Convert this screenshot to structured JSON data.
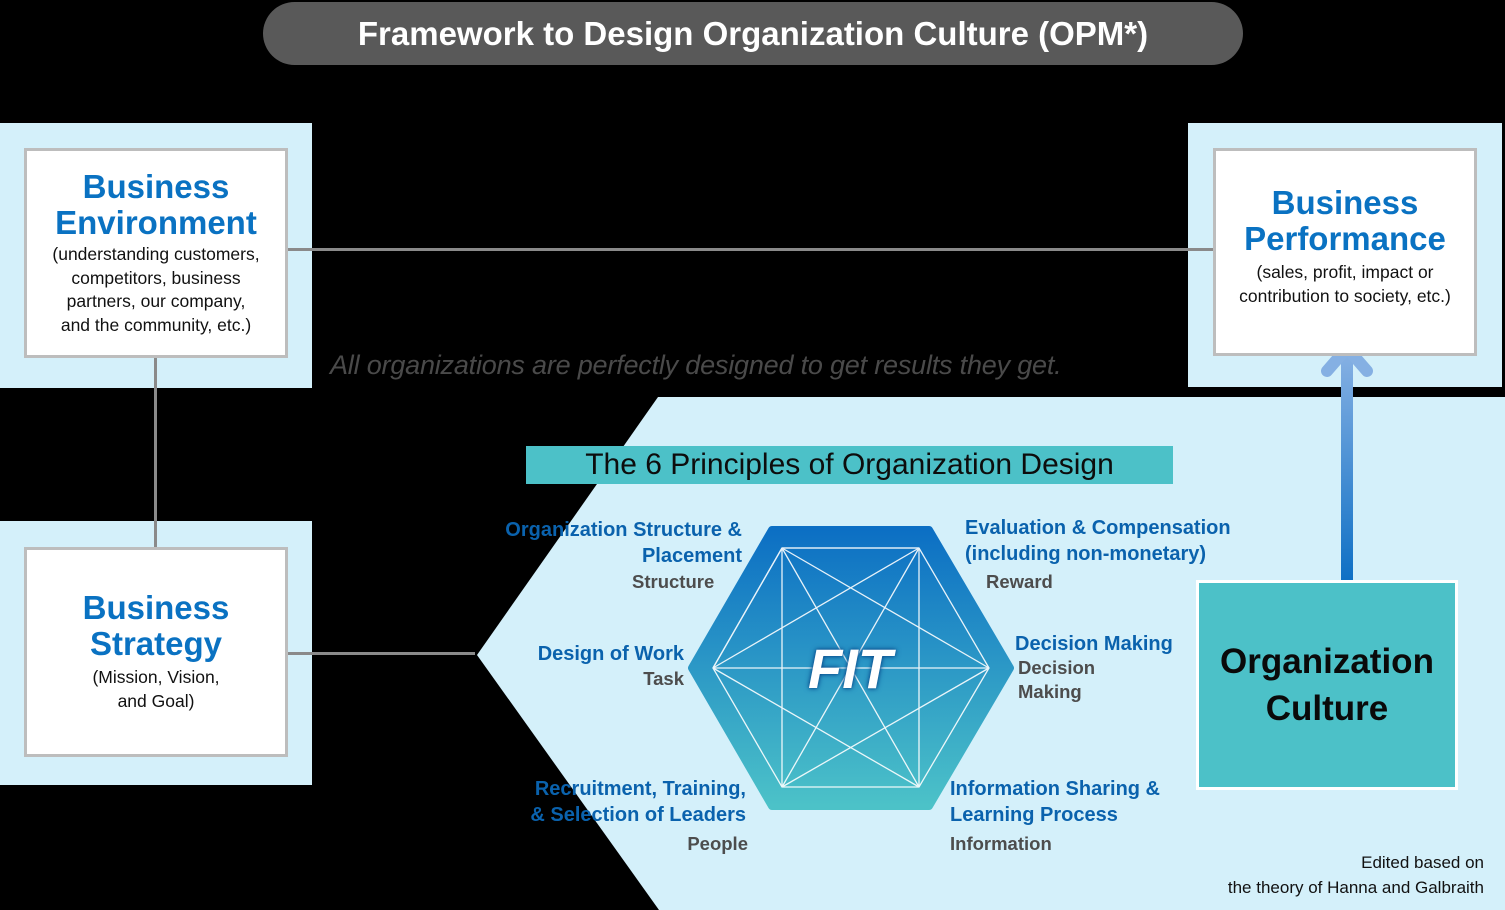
{
  "title": "Framework to Design Organization Culture (OPM*)",
  "boxes": {
    "environment": {
      "heading_1": "Business",
      "heading_2": "Environment",
      "details": [
        "(understanding customers,",
        "competitors, business",
        "partners, our company,",
        "and the community, etc.)"
      ]
    },
    "strategy": {
      "heading_1": "Business",
      "heading_2": "Strategy",
      "details": [
        "(Mission, Vision,",
        "and Goal)"
      ]
    },
    "performance": {
      "heading_1": "Business",
      "heading_2": "Performance",
      "details": [
        "(sales, profit, impact or",
        "contribution to society, etc.)"
      ]
    }
  },
  "motto": "All organizations are perfectly designed to get results they get.",
  "principles_banner": "The 6 Principles of Organization Design",
  "hexagon": {
    "center_label": "FIT"
  },
  "principles": [
    {
      "lines": [
        "Organization Structure &",
        "Placement"
      ],
      "keyword": "Structure"
    },
    {
      "lines": [
        "Evaluation & Compensation",
        "(including non-monetary)"
      ],
      "keyword": "Reward"
    },
    {
      "lines": [
        "Design of Work"
      ],
      "keyword": "Task"
    },
    {
      "lines": [
        "Decision Making"
      ],
      "keyword_lines": [
        "Decision",
        "Making"
      ]
    },
    {
      "lines": [
        "Recruitment, Training,",
        "& Selection of Leaders"
      ],
      "keyword": "People"
    },
    {
      "lines": [
        "Information Sharing &",
        "Learning Process"
      ],
      "keyword": "Information"
    }
  ],
  "culture": {
    "line_1": "Organization",
    "line_2": "Culture"
  },
  "credit": [
    "Edited based on",
    "the theory of Hanna and Galbraith"
  ],
  "colors": {
    "title_bg": "#595959",
    "panel_bg": "#d4f0fa",
    "heading_blue": "#0a72c2",
    "principle_blue": "#0a62ad",
    "teal": "#4cc1c8",
    "hex_top": "#0c6fc4",
    "hex_bottom": "#4cc2c8",
    "connector_gray": "#8a8a8a"
  }
}
